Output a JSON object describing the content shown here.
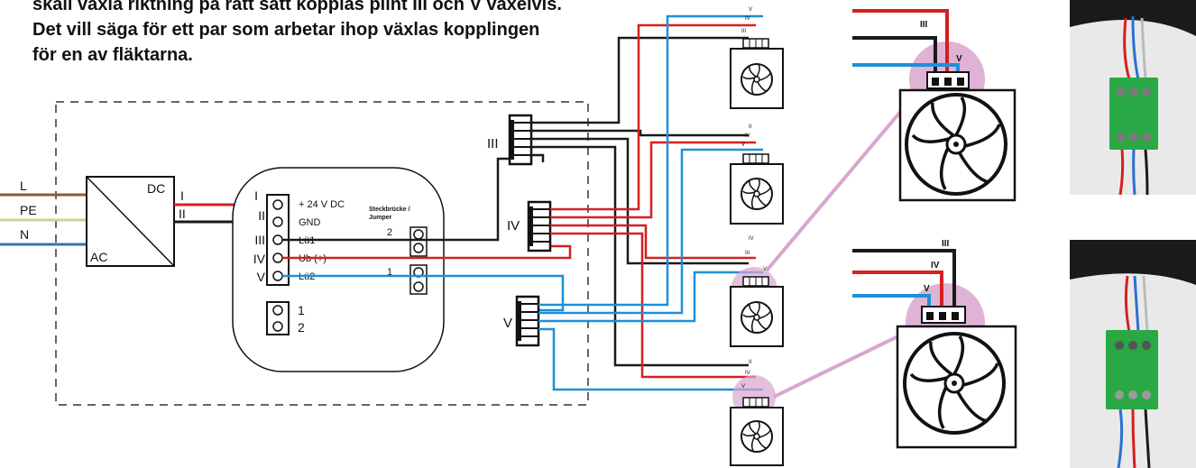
{
  "intro": {
    "line1": "skall växla riktning på rätt sätt kopplas plint III och V växelvis.",
    "line2": "Det vill säga för ett par som arbetar ihop växlas kopplingen",
    "line3": "för en av fläktarna."
  },
  "supply": {
    "L": "L",
    "PE": "PE",
    "N": "N"
  },
  "psu": {
    "dc": "DC",
    "ac": "AC",
    "out1": "I",
    "out2": "II"
  },
  "controller": {
    "terminals": [
      {
        "num": "I",
        "label": "+ 24 V DC"
      },
      {
        "num": "II",
        "label": "GND"
      },
      {
        "num": "III",
        "label": "Lü1"
      },
      {
        "num": "IV",
        "label": "Ub (+)"
      },
      {
        "num": "V",
        "label": "Lü2"
      }
    ],
    "jumper_title_1": "Steckbrücke /",
    "jumper_title_2": "Jumper",
    "jumper_2": "2",
    "jumper_1": "1",
    "bottom_1": "1",
    "bottom_2": "2"
  },
  "distributors": {
    "d3": "III",
    "d4": "IV",
    "d5": "V"
  },
  "fan_pins": {
    "v": "V",
    "iv": "IV",
    "iii": "III",
    "ii": "II"
  },
  "detail": {
    "iii": "III",
    "iv": "IV",
    "v": "V"
  },
  "colors": {
    "red": "#d42020",
    "black": "#1a1a1a",
    "blue": "#1e90d8",
    "brown": "#8b5a3c",
    "pe": "#c9d68a",
    "neutral": "#3a6fb5",
    "highlight": "#d9a5cf"
  }
}
